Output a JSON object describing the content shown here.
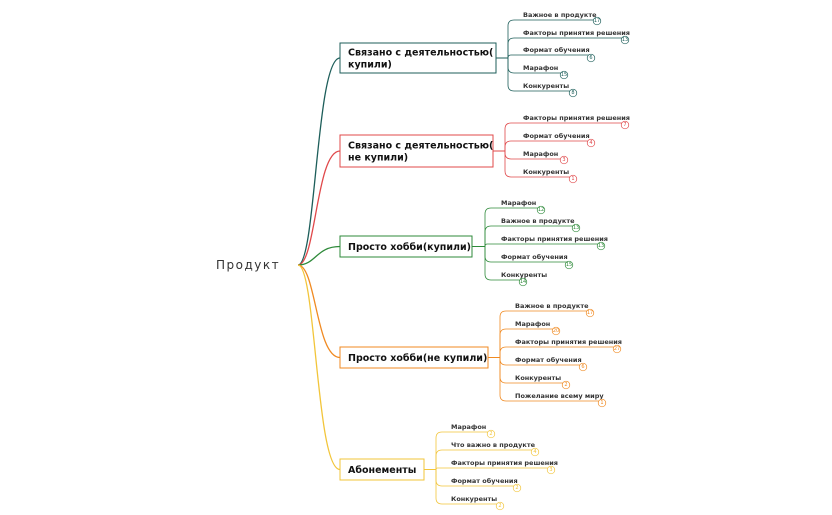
{
  "root": {
    "label": "Продукт"
  },
  "branches": [
    {
      "label_lines": [
        "Связано с деятельностью(",
        "купили)"
      ],
      "color": "#1d5e5a",
      "leaves": [
        {
          "label": "Важное в продукте",
          "count": "17"
        },
        {
          "label": "Факторы принятия решения",
          "count": "13"
        },
        {
          "label": "Формат обучения",
          "count": "6"
        },
        {
          "label": "Марафон",
          "count": "15"
        },
        {
          "label": "Конкуренты",
          "count": "8"
        }
      ]
    },
    {
      "label_lines": [
        "Связано с деятельностью(",
        "не купили)"
      ],
      "color": "#e0484a",
      "leaves": [
        {
          "label": "Факторы принятия решения",
          "count": "7"
        },
        {
          "label": "Формат обучения",
          "count": "4"
        },
        {
          "label": "Марафон",
          "count": "3"
        },
        {
          "label": "Конкуренты",
          "count": "1"
        }
      ]
    },
    {
      "label_lines": [
        "Просто хобби(купили)"
      ],
      "color": "#2e8a3a",
      "leaves": [
        {
          "label": "Марафон",
          "count": "12"
        },
        {
          "label": "Важное в продукте",
          "count": "13"
        },
        {
          "label": "Факторы принятия решения",
          "count": "13"
        },
        {
          "label": "Формат обучения",
          "count": "15"
        },
        {
          "label": "Конкуренты",
          "count": "14"
        }
      ]
    },
    {
      "label_lines": [
        "Просто хобби(не купили)"
      ],
      "color": "#f08a22",
      "leaves": [
        {
          "label": "Важное в продукте",
          "count": "17"
        },
        {
          "label": "Марафон",
          "count": "20"
        },
        {
          "label": "Факторы принятия решения",
          "count": "27"
        },
        {
          "label": "Формат обучения",
          "count": "6"
        },
        {
          "label": "Конкуренты",
          "count": "2"
        },
        {
          "label": "Пожелание всему миру",
          "count": "1"
        }
      ]
    },
    {
      "label_lines": [
        "Абонементы"
      ],
      "color": "#f2c53a",
      "leaves": [
        {
          "label": "Марафон",
          "count": "2"
        },
        {
          "label": "Что важно в продукте",
          "count": "4"
        },
        {
          "label": "Факторы принятия решения",
          "count": "3"
        },
        {
          "label": "Формат обучения",
          "count": "2"
        },
        {
          "label": "Конкуренты",
          "count": "2"
        }
      ]
    }
  ]
}
